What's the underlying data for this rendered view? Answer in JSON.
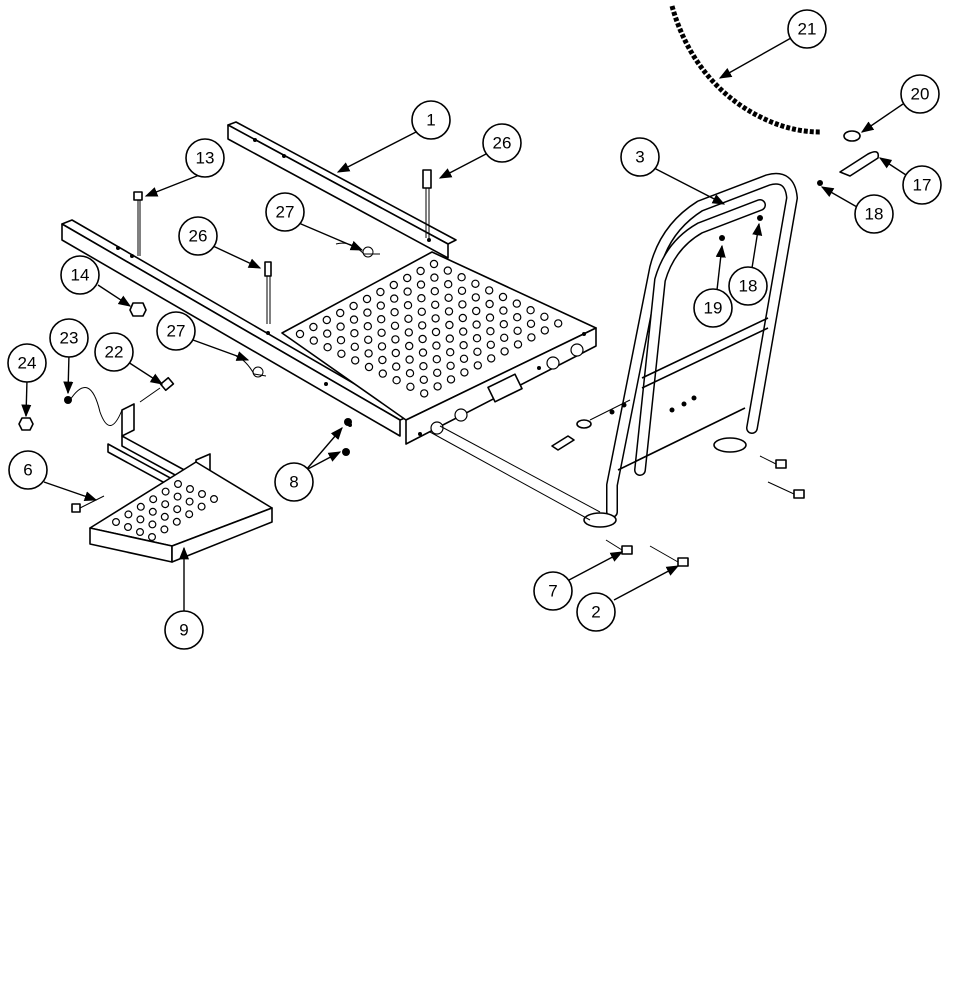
{
  "callouts": [
    {
      "id": "c1",
      "label": "1"
    },
    {
      "id": "c2",
      "label": "2"
    },
    {
      "id": "c3",
      "label": "3"
    },
    {
      "id": "c6",
      "label": "6"
    },
    {
      "id": "c7",
      "label": "7"
    },
    {
      "id": "c8",
      "label": "8"
    },
    {
      "id": "c9",
      "label": "9"
    },
    {
      "id": "c13",
      "label": "13"
    },
    {
      "id": "c14",
      "label": "14"
    },
    {
      "id": "c17",
      "label": "17"
    },
    {
      "id": "c18a",
      "label": "18"
    },
    {
      "id": "c18b",
      "label": "18"
    },
    {
      "id": "c19",
      "label": "19"
    },
    {
      "id": "c20",
      "label": "20"
    },
    {
      "id": "c21",
      "label": "21"
    },
    {
      "id": "c22",
      "label": "22"
    },
    {
      "id": "c23",
      "label": "23"
    },
    {
      "id": "c24",
      "label": "24"
    },
    {
      "id": "c26a",
      "label": "26"
    },
    {
      "id": "c26b",
      "label": "26"
    },
    {
      "id": "c27a",
      "label": "27"
    },
    {
      "id": "c27b",
      "label": "27"
    }
  ]
}
